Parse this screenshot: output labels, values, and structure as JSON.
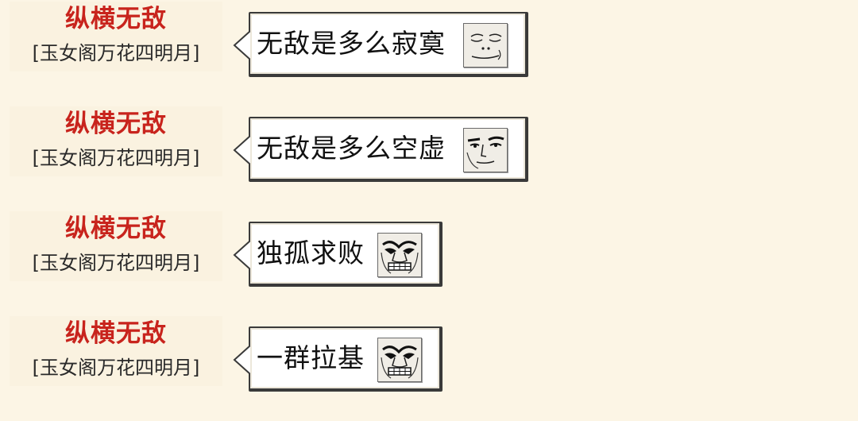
{
  "messages": [
    {
      "sender_name": "纵横无敌",
      "sender_guild": "[玉女阁万花四明月]",
      "text": "无敌是多么寂寞",
      "emoji_icon": "lonely-face-icon"
    },
    {
      "sender_name": "纵横无敌",
      "sender_guild": "[玉女阁万花四明月]",
      "text": "无敌是多么空虚",
      "emoji_icon": "smug-face-icon"
    },
    {
      "sender_name": "纵横无敌",
      "sender_guild": "[玉女阁万花四明月]",
      "text": "独孤求败",
      "emoji_icon": "angry-face-icon"
    },
    {
      "sender_name": "纵横无敌",
      "sender_guild": "[玉女阁万花四明月]",
      "text": "一群拉基",
      "emoji_icon": "angry-face-icon"
    }
  ],
  "colors": {
    "background": "#fcf5e5",
    "sender_name": "#c8241d",
    "bubble_border": "#3a3a3a"
  }
}
